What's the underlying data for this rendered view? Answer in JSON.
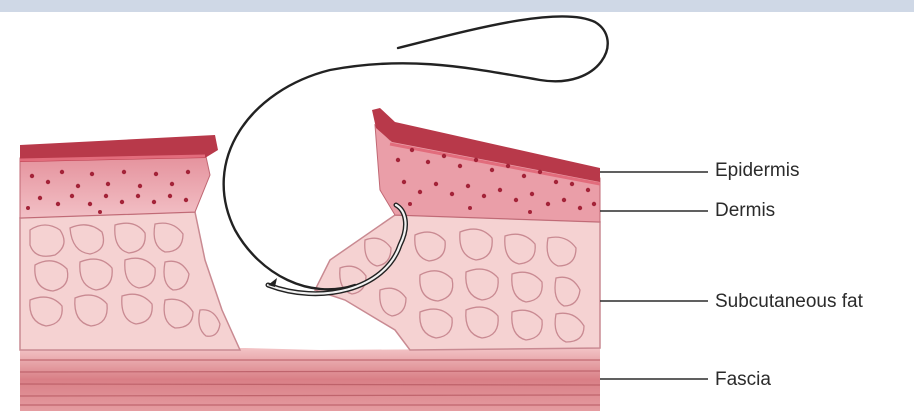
{
  "labels": {
    "epidermis": "Epidermis",
    "dermis": "Dermis",
    "subcutaneous_fat": "Subcutaneous fat",
    "fascia": "Fascia"
  },
  "colors": {
    "top_band": "#cfd8e6",
    "epidermis": "#b8394a",
    "dermis": "#e9a1ab",
    "dermis_dots": "#a32338",
    "fat": "#f4cfcf",
    "fat_lines": "#c98a92",
    "fascia": "#d97f86",
    "suture": "#222222"
  }
}
